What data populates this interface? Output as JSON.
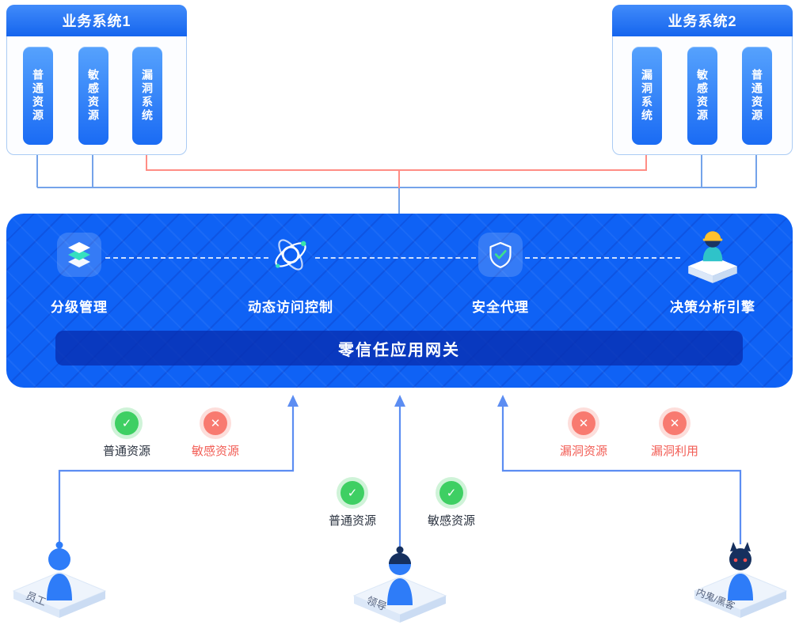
{
  "systems": {
    "left": {
      "title": "业务系统1",
      "pills": [
        "普通资源",
        "敏感资源",
        "漏洞系统"
      ]
    },
    "right": {
      "title": "业务系统2",
      "pills": [
        "漏洞系统",
        "敏感资源",
        "普通资源"
      ]
    }
  },
  "gateway": {
    "banner": "零信任应用网关",
    "modules": [
      {
        "label": "分级管理",
        "icon": "layers-icon"
      },
      {
        "label": "动态访问控制",
        "icon": "orbit-icon"
      },
      {
        "label": "安全代理",
        "icon": "shield-check-icon"
      },
      {
        "label": "决策分析引擎",
        "icon": "analyst-box-icon"
      }
    ]
  },
  "access": {
    "employee": [
      {
        "status": "allow",
        "label": "普通资源"
      },
      {
        "status": "deny",
        "label": "敏感资源"
      }
    ],
    "leader": [
      {
        "status": "allow",
        "label": "普通资源"
      },
      {
        "status": "allow",
        "label": "敏感资源"
      }
    ],
    "hacker": [
      {
        "status": "deny",
        "label": "漏洞资源"
      },
      {
        "status": "deny",
        "label": "漏洞利用"
      }
    ]
  },
  "actors": {
    "employee": "员工",
    "leader": "领导",
    "hacker": "内鬼/黑客"
  },
  "icons": {
    "check": "✓",
    "cross": "✕"
  },
  "colors": {
    "primary_blue": "#1668f0",
    "gateway_blue": "#0f62f5",
    "banner_blue": "#0a35b8",
    "allow_green": "#3ecf63",
    "deny_red": "#f87a70",
    "line_blue": "#74a3ea",
    "line_red": "#ff8d85"
  }
}
